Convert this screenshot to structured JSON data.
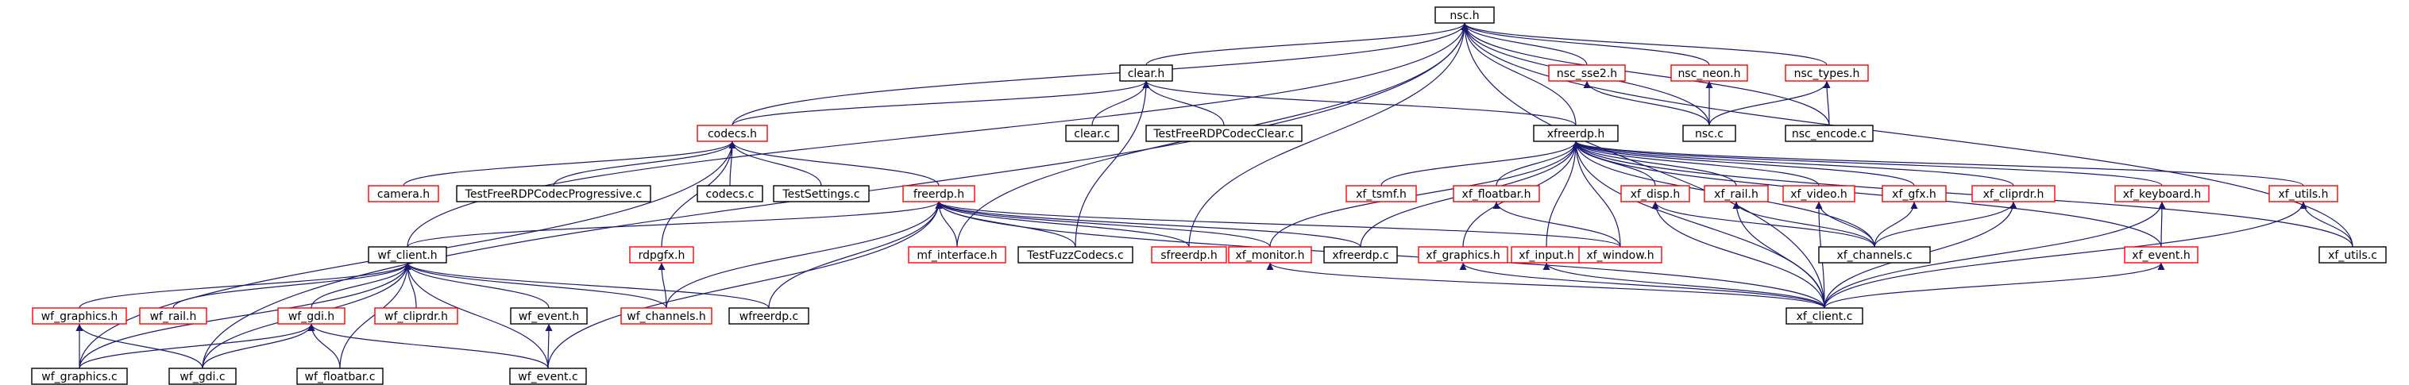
{
  "diagram": {
    "type": "include-dependency-graph",
    "colors": {
      "edge": "#191970",
      "text": "#000000",
      "border_linked": "#000000",
      "border_other": "#ff0000",
      "fill_focus": "#bfbfbf",
      "fill_default": "#ffffff"
    },
    "nodes": [
      {
        "id": "nsc_h",
        "label": "nsc.h",
        "style": "focus"
      },
      {
        "id": "clear_h",
        "label": "clear.h",
        "style": "linked"
      },
      {
        "id": "nsc_sse2_h",
        "label": "nsc_sse2.h",
        "style": "other"
      },
      {
        "id": "nsc_neon_h",
        "label": "nsc_neon.h",
        "style": "other"
      },
      {
        "id": "nsc_types_h",
        "label": "nsc_types.h",
        "style": "other"
      },
      {
        "id": "codecs_h",
        "label": "codecs.h",
        "style": "other"
      },
      {
        "id": "xfreerdp_h",
        "label": "xfreerdp.h",
        "style": "linked"
      },
      {
        "id": "clear_c",
        "label": "clear.c",
        "style": "linked"
      },
      {
        "id": "test_clear_c",
        "label": "TestFreeRDPCodecClear.c",
        "style": "linked"
      },
      {
        "id": "nsc_c",
        "label": "nsc.c",
        "style": "linked"
      },
      {
        "id": "nsc_encode_c",
        "label": "nsc_encode.c",
        "style": "linked"
      },
      {
        "id": "camera_h",
        "label": "camera.h",
        "style": "other"
      },
      {
        "id": "test_prog_c",
        "label": "TestFreeRDPCodecProgressive.c",
        "style": "linked"
      },
      {
        "id": "codecs_c",
        "label": "codecs.c",
        "style": "linked"
      },
      {
        "id": "test_settings_c",
        "label": "TestSettings.c",
        "style": "linked"
      },
      {
        "id": "freerdp_h",
        "label": "freerdp.h",
        "style": "other"
      },
      {
        "id": "xf_tsmf_h",
        "label": "xf_tsmf.h",
        "style": "other"
      },
      {
        "id": "xf_floatbar_h",
        "label": "xf_floatbar.h",
        "style": "other"
      },
      {
        "id": "xf_disp_h",
        "label": "xf_disp.h",
        "style": "other"
      },
      {
        "id": "xf_rail_h",
        "label": "xf_rail.h",
        "style": "other"
      },
      {
        "id": "xf_video_h",
        "label": "xf_video.h",
        "style": "other"
      },
      {
        "id": "xf_gfx_h",
        "label": "xf_gfx.h",
        "style": "other"
      },
      {
        "id": "xf_cliprdr_h",
        "label": "xf_cliprdr.h",
        "style": "other"
      },
      {
        "id": "xf_keyboard_h",
        "label": "xf_keyboard.h",
        "style": "other"
      },
      {
        "id": "xf_utils_h",
        "label": "xf_utils.h",
        "style": "other"
      },
      {
        "id": "wf_client_h",
        "label": "wf_client.h",
        "style": "linked"
      },
      {
        "id": "rdpgfx_h",
        "label": "rdpgfx.h",
        "style": "other"
      },
      {
        "id": "mf_interface_h",
        "label": "mf_interface.h",
        "style": "other"
      },
      {
        "id": "test_fuzz_c",
        "label": "TestFuzzCodecs.c",
        "style": "linked"
      },
      {
        "id": "sfreerdp_h",
        "label": "sfreerdp.h",
        "style": "other"
      },
      {
        "id": "xf_monitor_h",
        "label": "xf_monitor.h",
        "style": "other"
      },
      {
        "id": "xfreerdp_c",
        "label": "xfreerdp.c",
        "style": "linked"
      },
      {
        "id": "xf_graphics_h",
        "label": "xf_graphics.h",
        "style": "other"
      },
      {
        "id": "xf_input_h",
        "label": "xf_input.h",
        "style": "other"
      },
      {
        "id": "xf_window_h",
        "label": "xf_window.h",
        "style": "other"
      },
      {
        "id": "xf_channels_c",
        "label": "xf_channels.c",
        "style": "linked"
      },
      {
        "id": "xf_event_h",
        "label": "xf_event.h",
        "style": "other"
      },
      {
        "id": "xf_utils_c",
        "label": "xf_utils.c",
        "style": "linked"
      },
      {
        "id": "wf_graphics_h",
        "label": "wf_graphics.h",
        "style": "other"
      },
      {
        "id": "wf_rail_h",
        "label": "wf_rail.h",
        "style": "other"
      },
      {
        "id": "wf_gdi_h",
        "label": "wf_gdi.h",
        "style": "other"
      },
      {
        "id": "wf_cliprdr_h",
        "label": "wf_cliprdr.h",
        "style": "other"
      },
      {
        "id": "wf_event_h",
        "label": "wf_event.h",
        "style": "linked"
      },
      {
        "id": "wf_channels_h",
        "label": "wf_channels.h",
        "style": "other"
      },
      {
        "id": "wfreerdp_c",
        "label": "wfreerdp.c",
        "style": "linked"
      },
      {
        "id": "xf_client_c",
        "label": "xf_client.c",
        "style": "linked"
      },
      {
        "id": "wf_graphics_c",
        "label": "wf_graphics.c",
        "style": "linked"
      },
      {
        "id": "wf_gdi_c",
        "label": "wf_gdi.c",
        "style": "linked"
      },
      {
        "id": "wf_floatbar_c",
        "label": "wf_floatbar.c",
        "style": "linked"
      },
      {
        "id": "wf_event_c",
        "label": "wf_event.c",
        "style": "linked"
      }
    ],
    "edges": [
      [
        "clear_h",
        "nsc_h"
      ],
      [
        "nsc_sse2_h",
        "nsc_h"
      ],
      [
        "nsc_neon_h",
        "nsc_h"
      ],
      [
        "nsc_types_h",
        "nsc_h"
      ],
      [
        "codecs_h",
        "nsc_h"
      ],
      [
        "xfreerdp_h",
        "nsc_h"
      ],
      [
        "nsc_c",
        "nsc_h"
      ],
      [
        "nsc_encode_c",
        "nsc_h"
      ],
      [
        "wf_client_h",
        "nsc_h"
      ],
      [
        "mf_interface_h",
        "nsc_h"
      ],
      [
        "sfreerdp_h",
        "nsc_h"
      ],
      [
        "wf_gdi_c",
        "nsc_h"
      ],
      [
        "xf_client_c",
        "nsc_h"
      ],
      [
        "xf_utils_c",
        "nsc_h"
      ],
      [
        "codecs_h",
        "clear_h"
      ],
      [
        "xfreerdp_h",
        "clear_h"
      ],
      [
        "clear_c",
        "clear_h"
      ],
      [
        "test_clear_c",
        "clear_h"
      ],
      [
        "test_fuzz_c",
        "clear_h"
      ],
      [
        "nsc_c",
        "nsc_sse2_h"
      ],
      [
        "nsc_c",
        "nsc_neon_h"
      ],
      [
        "nsc_c",
        "nsc_types_h"
      ],
      [
        "nsc_encode_c",
        "nsc_types_h"
      ],
      [
        "camera_h",
        "codecs_h"
      ],
      [
        "test_prog_c",
        "codecs_h"
      ],
      [
        "codecs_c",
        "codecs_h"
      ],
      [
        "test_settings_c",
        "codecs_h"
      ],
      [
        "freerdp_h",
        "codecs_h"
      ],
      [
        "rdpgfx_h",
        "codecs_h"
      ],
      [
        "wf_graphics_c",
        "codecs_h"
      ],
      [
        "wf_client_h",
        "freerdp_h"
      ],
      [
        "mf_interface_h",
        "freerdp_h"
      ],
      [
        "test_fuzz_c",
        "freerdp_h"
      ],
      [
        "sfreerdp_h",
        "freerdp_h"
      ],
      [
        "xf_monitor_h",
        "freerdp_h"
      ],
      [
        "xfreerdp_c",
        "freerdp_h"
      ],
      [
        "xf_window_h",
        "freerdp_h"
      ],
      [
        "wf_channels_h",
        "freerdp_h"
      ],
      [
        "wfreerdp_c",
        "freerdp_h"
      ],
      [
        "xf_client_c",
        "freerdp_h"
      ],
      [
        "wf_event_c",
        "freerdp_h"
      ],
      [
        "xf_tsmf_h",
        "xfreerdp_h"
      ],
      [
        "xf_floatbar_h",
        "xfreerdp_h"
      ],
      [
        "xf_disp_h",
        "xfreerdp_h"
      ],
      [
        "xf_rail_h",
        "xfreerdp_h"
      ],
      [
        "xf_video_h",
        "xfreerdp_h"
      ],
      [
        "xf_gfx_h",
        "xfreerdp_h"
      ],
      [
        "xf_cliprdr_h",
        "xfreerdp_h"
      ],
      [
        "xf_keyboard_h",
        "xfreerdp_h"
      ],
      [
        "xf_utils_h",
        "xfreerdp_h"
      ],
      [
        "xf_monitor_h",
        "xfreerdp_h"
      ],
      [
        "xfreerdp_c",
        "xfreerdp_h"
      ],
      [
        "xf_graphics_h",
        "xfreerdp_h"
      ],
      [
        "xf_input_h",
        "xfreerdp_h"
      ],
      [
        "xf_window_h",
        "xfreerdp_h"
      ],
      [
        "xf_channels_c",
        "xfreerdp_h"
      ],
      [
        "xf_event_h",
        "xfreerdp_h"
      ],
      [
        "xf_client_c",
        "xfreerdp_h"
      ],
      [
        "xf_utils_c",
        "xfreerdp_h"
      ],
      [
        "xf_window_h",
        "xf_floatbar_h"
      ],
      [
        "xf_channels_c",
        "xf_disp_h"
      ],
      [
        "xf_client_c",
        "xf_disp_h"
      ],
      [
        "xf_channels_c",
        "xf_rail_h"
      ],
      [
        "xf_client_c",
        "xf_rail_h"
      ],
      [
        "xf_channels_c",
        "xf_video_h"
      ],
      [
        "xf_client_c",
        "xf_video_h"
      ],
      [
        "xf_channels_c",
        "xf_gfx_h"
      ],
      [
        "xf_channels_c",
        "xf_cliprdr_h"
      ],
      [
        "xf_client_c",
        "xf_cliprdr_h"
      ],
      [
        "xf_event_h",
        "xf_keyboard_h"
      ],
      [
        "xf_client_c",
        "xf_keyboard_h"
      ],
      [
        "xf_utils_c",
        "xf_utils_h"
      ],
      [
        "xf_client_c",
        "xf_utils_h"
      ],
      [
        "xf_client_c",
        "xf_monitor_h"
      ],
      [
        "xf_client_c",
        "xf_graphics_h"
      ],
      [
        "xf_client_c",
        "xf_input_h"
      ],
      [
        "xf_client_c",
        "xf_event_h"
      ],
      [
        "wf_channels_h",
        "rdpgfx_h"
      ],
      [
        "wf_graphics_h",
        "wf_client_h"
      ],
      [
        "wf_rail_h",
        "wf_client_h"
      ],
      [
        "wf_gdi_h",
        "wf_client_h"
      ],
      [
        "wf_cliprdr_h",
        "wf_client_h"
      ],
      [
        "wf_event_h",
        "wf_client_h"
      ],
      [
        "wf_channels_h",
        "wf_client_h"
      ],
      [
        "wfreerdp_c",
        "wf_client_h"
      ],
      [
        "wf_graphics_c",
        "wf_client_h"
      ],
      [
        "wf_gdi_c",
        "wf_client_h"
      ],
      [
        "wf_floatbar_c",
        "wf_client_h"
      ],
      [
        "wf_event_c",
        "wf_client_h"
      ],
      [
        "wf_graphics_c",
        "wf_graphics_h"
      ],
      [
        "wf_gdi_c",
        "wf_graphics_h"
      ],
      [
        "wf_graphics_c",
        "wf_gdi_h"
      ],
      [
        "wf_gdi_c",
        "wf_gdi_h"
      ],
      [
        "wf_floatbar_c",
        "wf_gdi_h"
      ],
      [
        "wf_event_c",
        "wf_gdi_h"
      ],
      [
        "wf_event_c",
        "wf_event_h"
      ]
    ]
  }
}
